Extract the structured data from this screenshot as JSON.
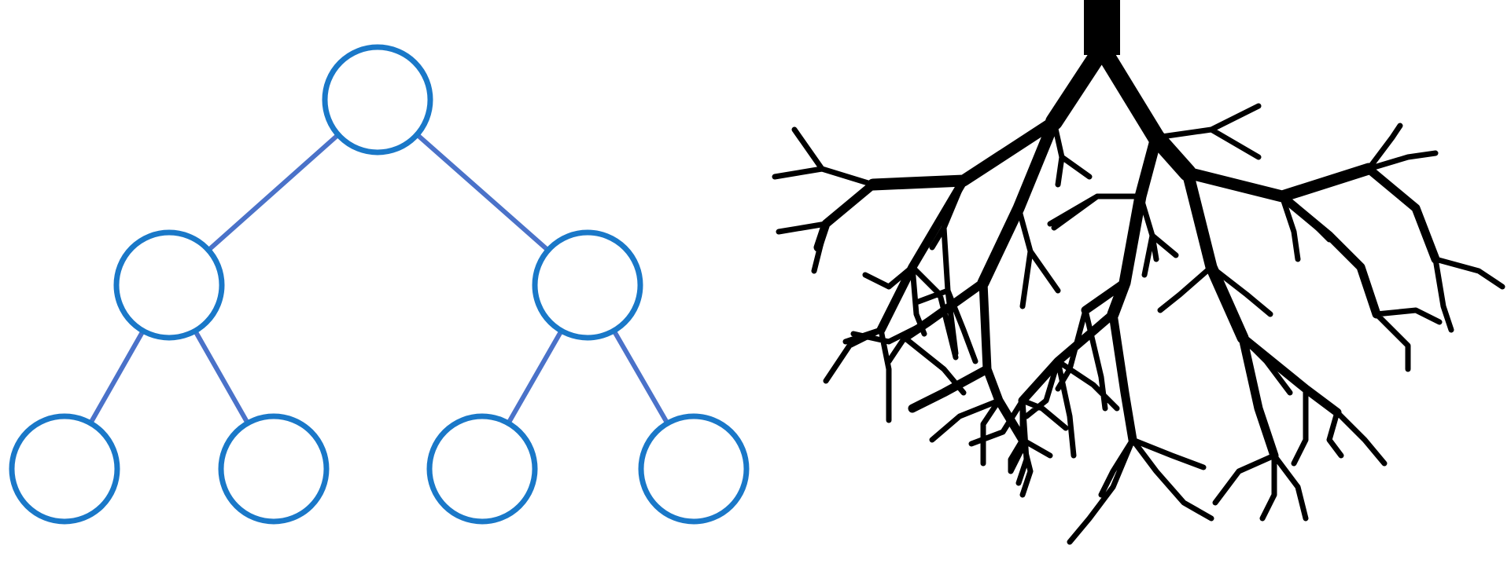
{
  "colors": {
    "background": "#ffffff",
    "node_stroke": "#1a78c8",
    "edge_stroke": "#4a72c9",
    "roots": "#000000"
  },
  "binary_tree": {
    "nodes": [
      {
        "id": "root"
      },
      {
        "id": "left-child"
      },
      {
        "id": "right-child"
      },
      {
        "id": "left-left-leaf"
      },
      {
        "id": "left-right-leaf"
      },
      {
        "id": "right-left-leaf"
      },
      {
        "id": "right-right-leaf"
      }
    ],
    "edges": [
      {
        "from": "root",
        "to": "left-child"
      },
      {
        "from": "root",
        "to": "right-child"
      },
      {
        "from": "left-child",
        "to": "left-left-leaf"
      },
      {
        "from": "left-child",
        "to": "left-right-leaf"
      },
      {
        "from": "right-child",
        "to": "right-left-leaf"
      },
      {
        "from": "right-child",
        "to": "right-right-leaf"
      }
    ]
  },
  "root_system": {
    "icon": "tree-roots-icon"
  }
}
